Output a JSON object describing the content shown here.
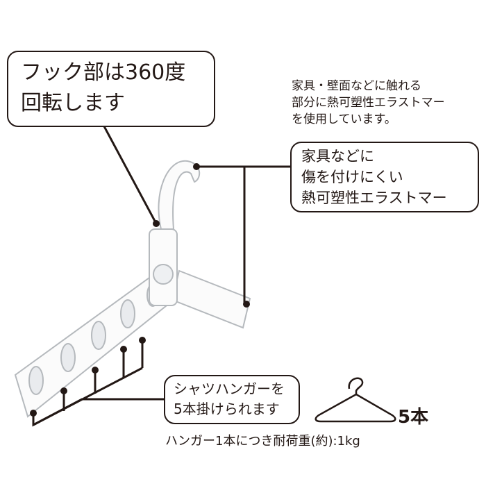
{
  "callouts": {
    "rotate": [
      "フック部は360度",
      "回転します"
    ],
    "elastomer": [
      "家具などに",
      "傷を付けにくい",
      "熱可塑性エラストマー"
    ],
    "five_shirts": [
      "シャツハンガーを",
      "5本掛けられます"
    ]
  },
  "note": [
    "家具・壁面などに触れる",
    "部分に熱可塑性エラストマー",
    "を使用しています。"
  ],
  "hanger_count": "5本",
  "load_capacity": "ハンガー1本につき耐荷重(約):1kg"
}
